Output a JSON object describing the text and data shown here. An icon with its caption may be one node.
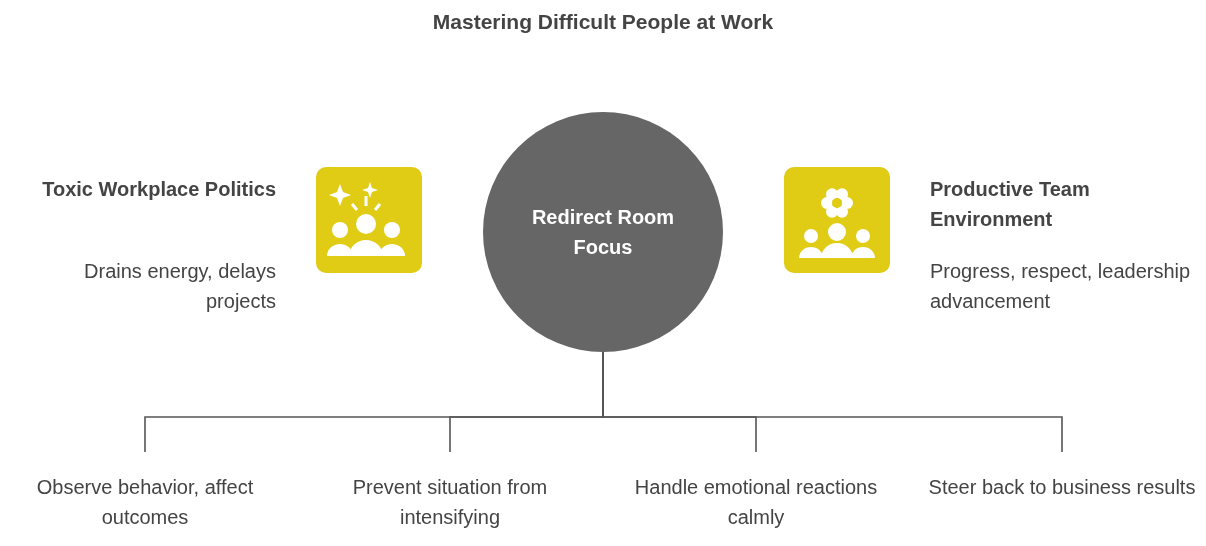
{
  "diagram": {
    "title": "Mastering Difficult People at Work",
    "nodes": [
      {
        "text": [
          "Redirect Room Focus"
        ]
      },
      {
        "text": [
          "Observe behavior, affect outcomes"
        ]
      },
      {
        "text": [
          "Prevent situation from intensifying"
        ]
      },
      {
        "text": [
          "Handle emotional reactions calmly"
        ]
      },
      {
        "text": [
          "Steer back to business results"
        ]
      }
    ],
    "edges": [
      {
        "from": 0,
        "to": 1,
        "arrow": "none"
      },
      {
        "from": 0,
        "to": 2,
        "arrow": "none"
      },
      {
        "from": 0,
        "to": 3,
        "arrow": "none"
      },
      {
        "from": 0,
        "to": 4,
        "arrow": "none"
      }
    ],
    "labels": [
      "Toxic Workplace Politics",
      "Drains energy, delays projects",
      "Productive Team Environment",
      "Progress, respect, leadership advancement"
    ]
  }
}
